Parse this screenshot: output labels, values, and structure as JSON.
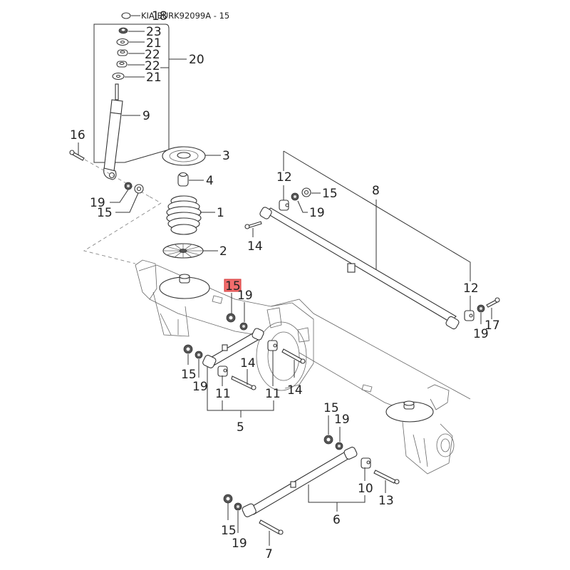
{
  "diagram": {
    "title": "KIA EURK92099A - 15",
    "highlight_color": "#f26d6d",
    "highlighted_part": "15",
    "parts": {
      "p1": "1",
      "p2": "2",
      "p3": "3",
      "p4": "4",
      "p5": "5",
      "p6": "6",
      "p7": "7",
      "p8": "8",
      "p9": "9",
      "p10": "10",
      "p11a": "11",
      "p11b": "11",
      "p12a": "12",
      "p12b": "12",
      "p13": "13",
      "p14a": "14",
      "p14b": "14",
      "p14c": "14",
      "p15a": "15",
      "p15b": "15",
      "p15c": "15",
      "p15d": "15",
      "p15e": "15",
      "p15f": "15",
      "p16": "16",
      "p17": "17",
      "p18": "18",
      "p19a": "19",
      "p19b": "19",
      "p19c": "19",
      "p19d": "19",
      "p19e": "19",
      "p19f": "19",
      "p19g": "19",
      "p20": "20",
      "p21a": "21",
      "p21b": "21",
      "p22a": "22",
      "p22b": "22",
      "p23": "23"
    }
  }
}
